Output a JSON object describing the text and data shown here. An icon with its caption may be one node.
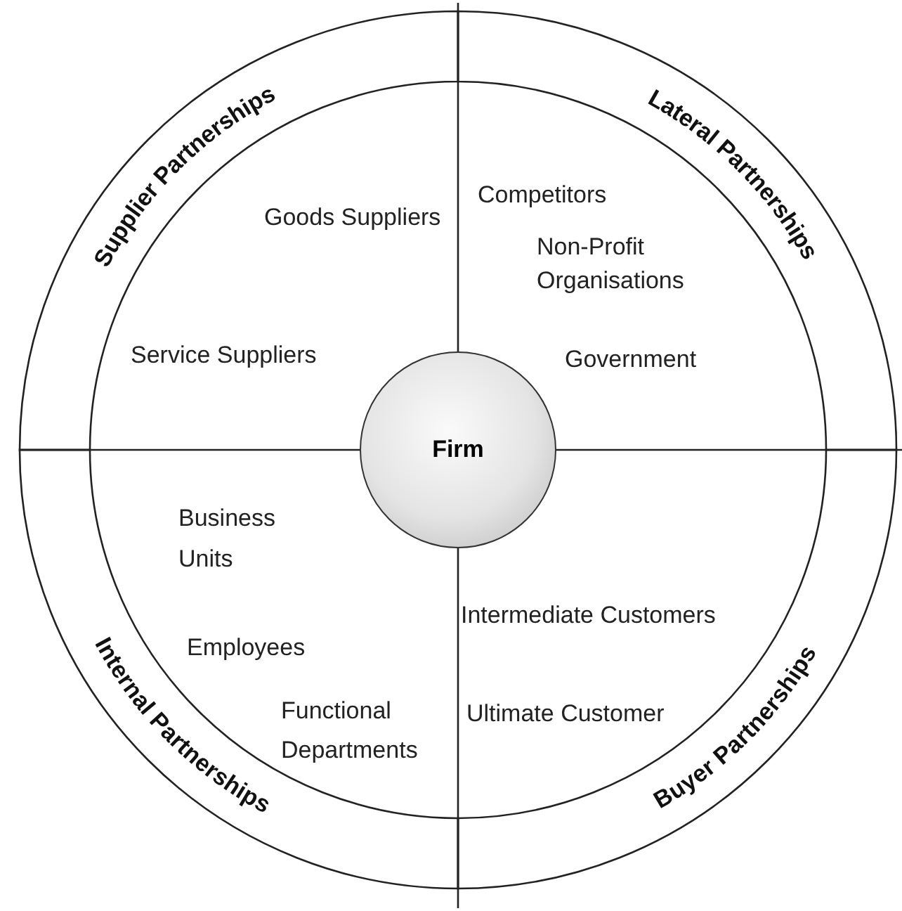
{
  "diagram": {
    "nodes": [
      {
        "text": [
          "Supplier Partnerships"
        ]
      },
      {
        "text": [
          "Lateral Partnerships"
        ]
      },
      {
        "text": [
          "Firm"
        ]
      },
      {
        "text": [
          "Internal Partnerships"
        ]
      },
      {
        "text": [
          "Buyer Partnerships"
        ]
      }
    ],
    "labels": [
      "Goods Suppliers",
      "Competitors",
      "Non-Profit Organisations",
      "Service Suppliers",
      "Government",
      "Business Units",
      "Intermediate Customers",
      "Employees",
      "Ultimate Customer",
      "Functional Departments"
    ]
  }
}
